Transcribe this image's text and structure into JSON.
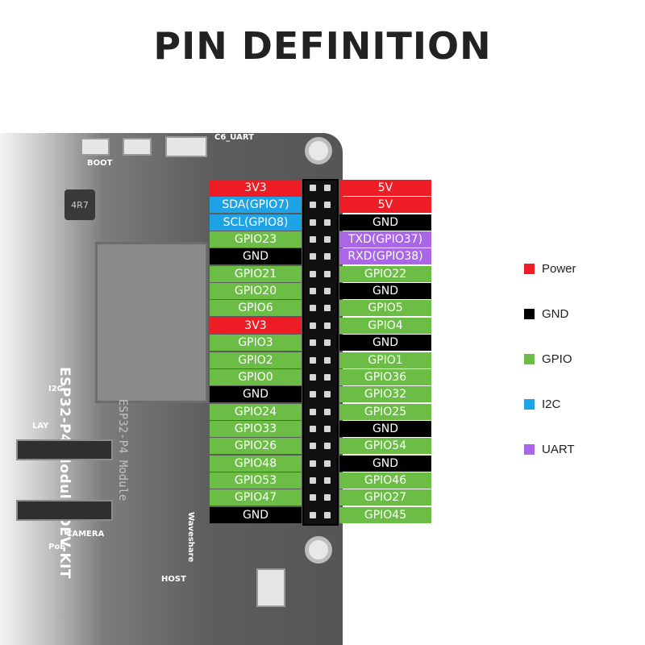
{
  "title": "PIN DEFINITION",
  "board": {
    "kit_label": "ESP32-P4-Module-DEV-KIT",
    "module_text": "ESP32-P4 Module",
    "inductor": "4R7",
    "silkscreen": {
      "boot": "BOOT",
      "c6_uart": "C6_UART",
      "i2c": "I2C",
      "camera": "CAMERA",
      "waveshare": "Waveshare",
      "poe": "PoE",
      "host": "HOST",
      "lay": "LAY"
    }
  },
  "colors": {
    "Power": "#ee1c24",
    "GND": "#000000",
    "GPIO": "#6cbd45",
    "I2C": "#1ea4e6",
    "UART": "#a967e8"
  },
  "pins": {
    "left": [
      {
        "label": "3V3",
        "type": "Power"
      },
      {
        "label": "SDA(GPIO7)",
        "type": "I2C"
      },
      {
        "label": "SCL(GPIO8)",
        "type": "I2C"
      },
      {
        "label": "GPIO23",
        "type": "GPIO"
      },
      {
        "label": "GND",
        "type": "GND"
      },
      {
        "label": "GPIO21",
        "type": "GPIO"
      },
      {
        "label": "GPIO20",
        "type": "GPIO"
      },
      {
        "label": "GPIO6",
        "type": "GPIO"
      },
      {
        "label": "3V3",
        "type": "Power"
      },
      {
        "label": "GPIO3",
        "type": "GPIO"
      },
      {
        "label": "GPIO2",
        "type": "GPIO"
      },
      {
        "label": "GPIO0",
        "type": "GPIO"
      },
      {
        "label": "GND",
        "type": "GND"
      },
      {
        "label": "GPIO24",
        "type": "GPIO"
      },
      {
        "label": "GPIO33",
        "type": "GPIO"
      },
      {
        "label": "GPIO26",
        "type": "GPIO"
      },
      {
        "label": "GPIO48",
        "type": "GPIO"
      },
      {
        "label": "GPIO53",
        "type": "GPIO"
      },
      {
        "label": "GPIO47",
        "type": "GPIO"
      },
      {
        "label": "GND",
        "type": "GND"
      }
    ],
    "right": [
      {
        "label": "5V",
        "type": "Power"
      },
      {
        "label": "5V",
        "type": "Power"
      },
      {
        "label": "GND",
        "type": "GND"
      },
      {
        "label": "TXD(GPIO37)",
        "type": "UART"
      },
      {
        "label": "RXD(GPIO38)",
        "type": "UART"
      },
      {
        "label": "GPIO22",
        "type": "GPIO"
      },
      {
        "label": "GND",
        "type": "GND"
      },
      {
        "label": "GPIO5",
        "type": "GPIO"
      },
      {
        "label": "GPIO4",
        "type": "GPIO"
      },
      {
        "label": "GND",
        "type": "GND"
      },
      {
        "label": "GPIO1",
        "type": "GPIO"
      },
      {
        "label": "GPIO36",
        "type": "GPIO"
      },
      {
        "label": "GPIO32",
        "type": "GPIO"
      },
      {
        "label": "GPIO25",
        "type": "GPIO"
      },
      {
        "label": "GND",
        "type": "GND"
      },
      {
        "label": "GPIO54",
        "type": "GPIO"
      },
      {
        "label": "GND",
        "type": "GND"
      },
      {
        "label": "GPIO46",
        "type": "GPIO"
      },
      {
        "label": "GPIO27",
        "type": "GPIO"
      },
      {
        "label": "GPIO45",
        "type": "GPIO"
      }
    ]
  },
  "legend": [
    {
      "label": "Power",
      "color": "#ee1c24"
    },
    {
      "label": "GND",
      "color": "#000000"
    },
    {
      "label": "GPIO",
      "color": "#6cbd45"
    },
    {
      "label": "I2C",
      "color": "#1ea4e6"
    },
    {
      "label": "UART",
      "color": "#a967e8"
    }
  ]
}
